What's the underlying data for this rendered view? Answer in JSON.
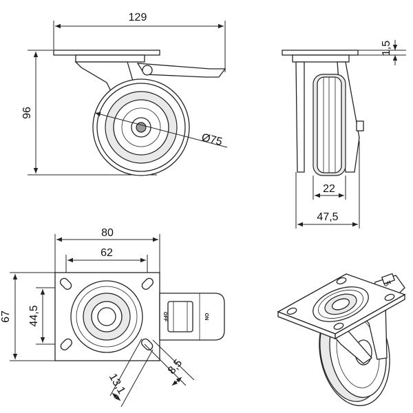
{
  "dimensions": {
    "side_overall_width": "129",
    "side_height": "96",
    "wheel_diameter": "Ø75",
    "plate_thickness": "1,5",
    "wheel_width": "22",
    "fork_width": "47,5",
    "plate_width": "80",
    "hole_spacing_x": "62",
    "plate_height": "67",
    "hole_spacing_y": "44,5",
    "hole_slot_length": "13,1",
    "hole_slot_width": "8,5"
  },
  "brake_labels": {
    "off": "OFF",
    "on": "ON"
  }
}
